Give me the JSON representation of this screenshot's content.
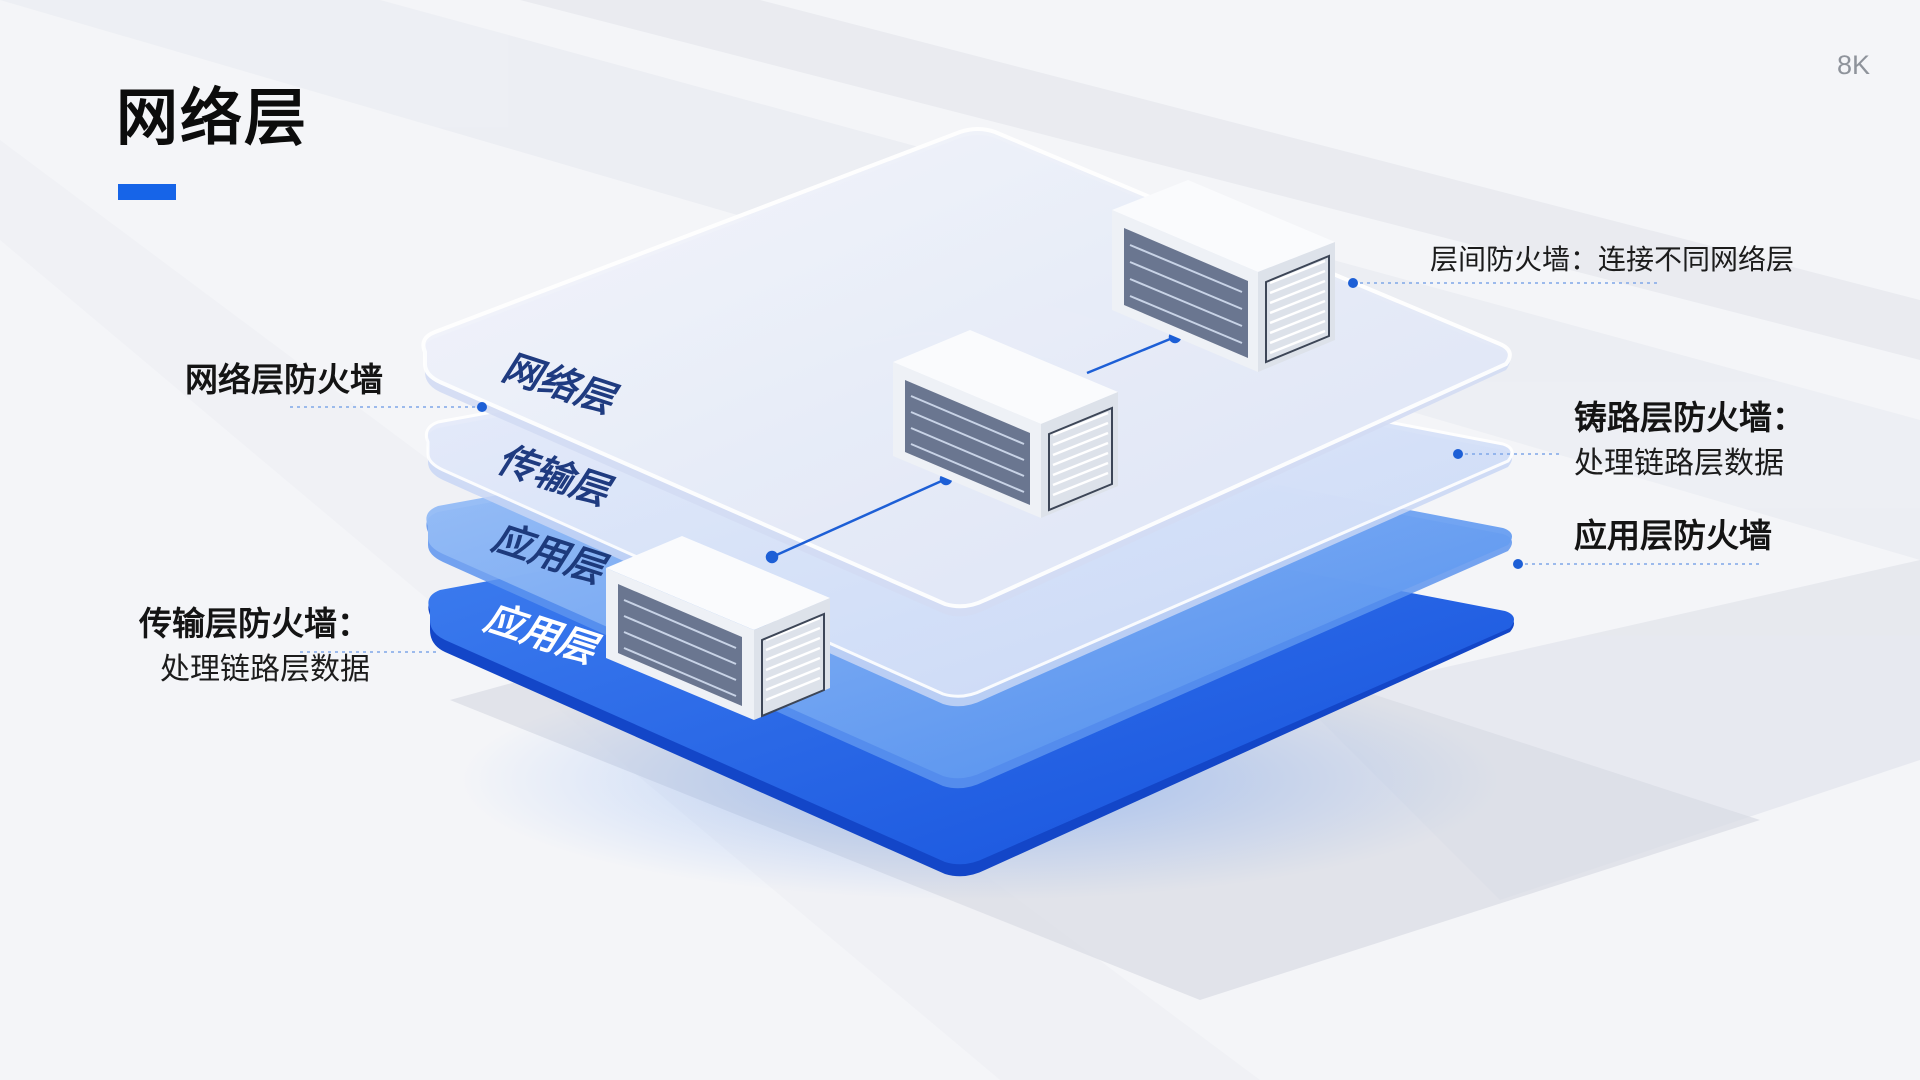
{
  "page": {
    "title": "网络层",
    "badge": "8K"
  },
  "layers": [
    {
      "label": "网络层",
      "fill": "#eceff9"
    },
    {
      "label": "传输层",
      "fill": "#dfe8fb"
    },
    {
      "label": "应用层",
      "fill": "#7fb0f4"
    },
    {
      "label": "应用层",
      "fill": "#1b63e8"
    }
  ],
  "callouts": {
    "inter_layer_firewall": {
      "text": "层间防火墙：连接不同网络层"
    },
    "network_firewall": {
      "title": "网络层防火墙"
    },
    "link_firewall": {
      "title": "铸路层防火墙：",
      "desc": "处理链路层数据"
    },
    "app_firewall": {
      "title": "应用层防火墙"
    },
    "transport_firewall": {
      "title": "传输层防火墙：",
      "desc": "处理链路层数据"
    }
  },
  "colors": {
    "accent": "#1664e8",
    "connector": "#1d5fd6",
    "server_body": "#f3f5f9",
    "server_panel": "#5d6a82"
  },
  "icons": [
    "server-icon",
    "connector-line",
    "callout-dot"
  ]
}
